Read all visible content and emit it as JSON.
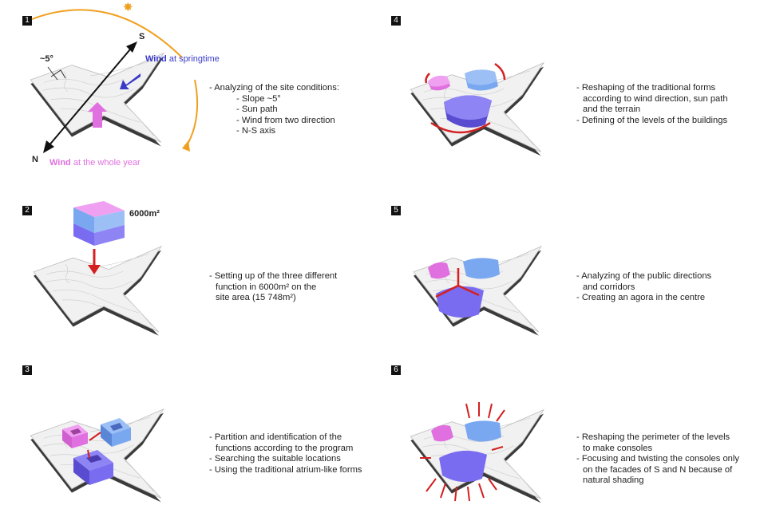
{
  "steps": [
    {
      "number": "1",
      "labels": {
        "slope": "~5°",
        "south": "S",
        "north": "N",
        "wind_spring_bold": "Wind",
        "wind_spring_rest": " at springtime",
        "wind_year_bold": "Wind",
        "wind_year_rest": " at the whole year"
      },
      "text": [
        "- Analyzing of the site conditions:",
        "- Slope ~5°",
        "- Sun path",
        "- Wind from two direction",
        "- N-S axis"
      ]
    },
    {
      "number": "2",
      "labels": {
        "area": "6000m²"
      },
      "text": [
        "- Setting up of the three different",
        "function in 6000m² on the",
        "site area (15 748m²)"
      ]
    },
    {
      "number": "3",
      "text": [
        "- Partition and identification of the",
        "functions according to the program",
        "- Searching the suitable locations",
        "- Using the traditional atrium-like forms"
      ]
    },
    {
      "number": "4",
      "text": [
        "- Reshaping of the traditional forms",
        "according to wind direction, sun path",
        "and the terrain",
        "- Defining of the levels of the buildings"
      ]
    },
    {
      "number": "5",
      "text": [
        "- Analyzing of the public directions",
        "and corridors",
        "- Creating an agora in the centre"
      ]
    },
    {
      "number": "6",
      "text": [
        "- Reshaping the perimeter of the levels",
        "to make consoles",
        "- Focusing and twisting the consoles only",
        "on the facades of S and N because of",
        "natural shading"
      ]
    }
  ],
  "colors": {
    "pink": "#e070e0",
    "blue": "#7aa8f0",
    "purple": "#7a6cf0",
    "orange": "#f0a020",
    "red": "#d42020",
    "wind_blue": "#3a3ac8"
  }
}
